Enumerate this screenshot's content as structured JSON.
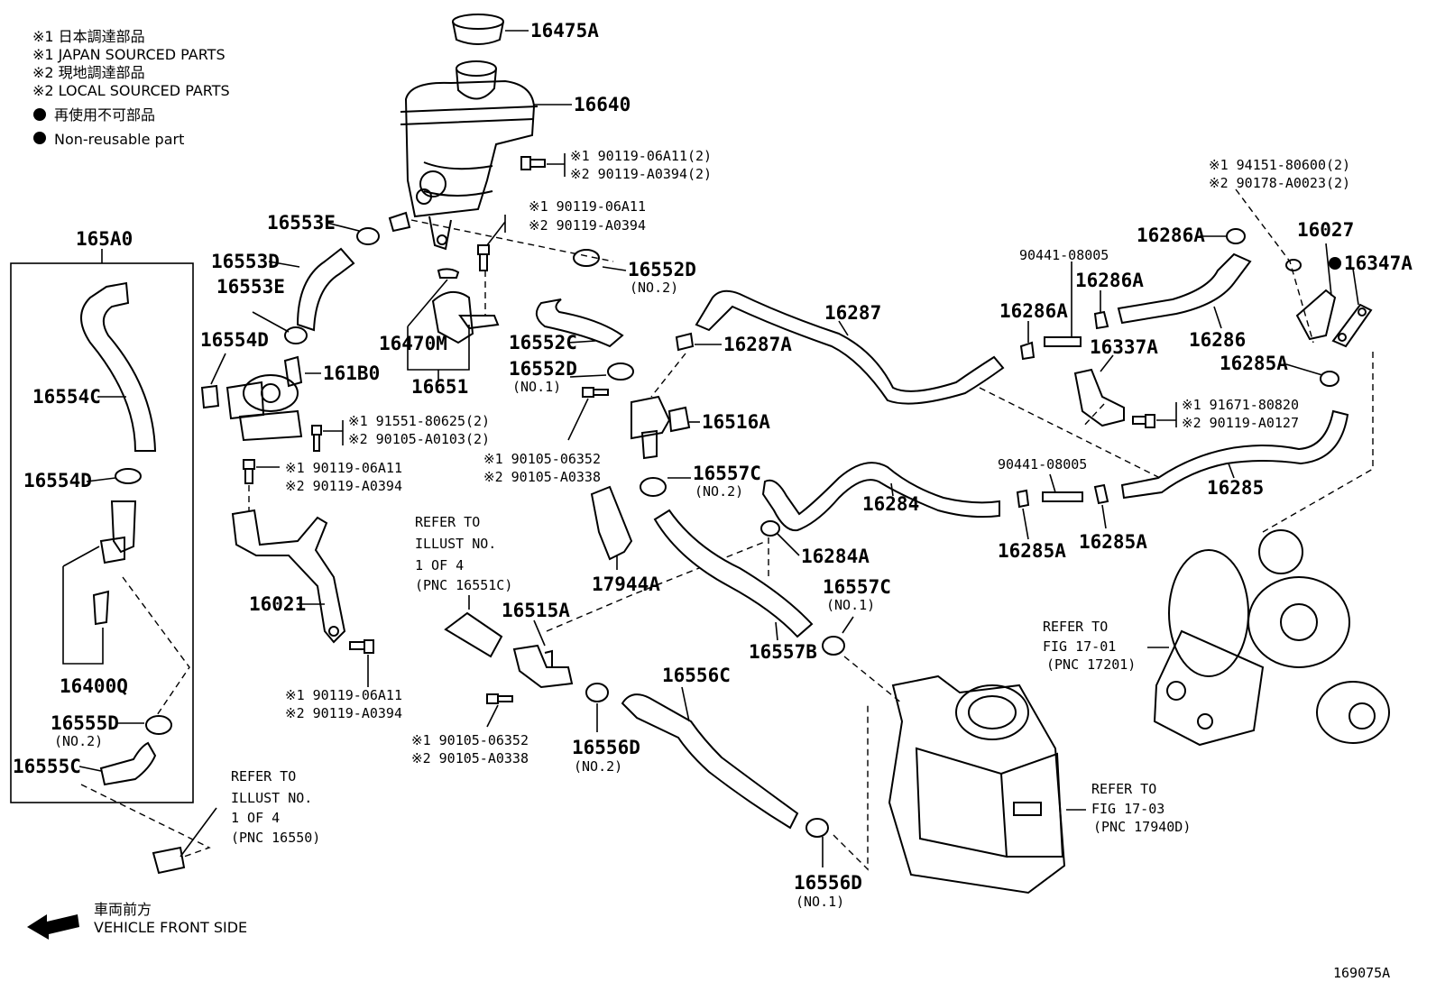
{
  "legend": {
    "line1": "※1  日本調達部品",
    "line2": "※1  JAPAN SOURCED PARTS",
    "line3": "※2  現地調達部品",
    "line4": "※2  LOCAL SOURCED PARTS",
    "line5": "再使用不可部品",
    "line6": "Non-reusable part"
  },
  "labels": {
    "p16475A": "16475A",
    "p16640": "16640",
    "bolt1_a": "※1  90119-06A11(2)",
    "bolt1_b": "※2  90119-A0394(2)",
    "bolt2_a": "※1  90119-06A11",
    "bolt2_b": "※2  90119-A0394",
    "p16553E_1": "16553E",
    "p16553D": "16553D",
    "p16553E_2": "16553E",
    "p165A0": "165A0",
    "p16554D_1": "16554D",
    "p161B0": "161B0",
    "p16554C": "16554C",
    "bolt3_a": "※1  91551-80625(2)",
    "bolt3_b": "※2  90105-A0103(2)",
    "p16470M": "16470M",
    "p16651": "16651",
    "p16552D_1": "16552D",
    "no2_a": "(NO.2)",
    "p16552C": "16552C",
    "p16552D_2": "16552D",
    "no1_a": "(NO.1)",
    "p16287": "16287",
    "p16287A": "16287A",
    "p90441_1": "90441-08005",
    "p16286A_1": "16286A",
    "p16286A_2": "16286A",
    "p16286A_3": "16286A",
    "p16286": "16286",
    "p16337A": "16337A",
    "bolt4_a": "※1  94151-80600(2)",
    "bolt4_b": "※2  90178-A0023(2)",
    "p16027": "16027",
    "p16347A": "16347A",
    "p16285A_1": "16285A",
    "bolt5_a": "※1  91671-80820",
    "bolt5_b": "※2  90119-A0127",
    "p16516A": "16516A",
    "bolt6_a": "※1  90105-06352",
    "bolt6_b": "※2  90105-A0338",
    "p16554D_2": "16554D",
    "bolt7_a": "※1  90119-06A11",
    "bolt7_b": "※2  90119-A0394",
    "p16557C_1": "16557C",
    "no2_b": "(NO.2)",
    "p16284": "16284",
    "p90441_2": "90441-08005",
    "p16285": "16285",
    "p16285A_2": "16285A",
    "p16285A_3": "16285A",
    "p16284A": "16284A",
    "refer1_a": "REFER TO",
    "refer1_b": "ILLUST NO.",
    "refer1_c": "1 OF 4",
    "refer1_d": "(PNC 16551C)",
    "p17944A": "17944A",
    "p16021": "16021",
    "p16515A": "16515A",
    "p16557C_2": "16557C",
    "no1_b": "(NO.1)",
    "p16557B": "16557B",
    "p16400Q": "16400Q",
    "bolt8_a": "※1  90119-06A11",
    "bolt8_b": "※2  90119-A0394",
    "p16556C": "16556C",
    "refer2_a": "REFER TO",
    "refer2_b": "FIG 17-01",
    "refer2_c": "(PNC 17201)",
    "p16555D": "16555D",
    "no2_c": "(NO.2)",
    "p16555C": "16555C",
    "bolt9_a": "※1  90105-06352",
    "bolt9_b": "※2  90105-A0338",
    "p16556D_1": "16556D",
    "no2_d": "(NO.2)",
    "refer3_a": "REFER TO",
    "refer3_b": "ILLUST NO.",
    "refer3_c": "1 OF 4",
    "refer3_d": "(PNC 16550)",
    "refer4_a": "REFER TO",
    "refer4_b": "FIG 17-03",
    "refer4_c": "(PNC 17940D)",
    "p16556D_2": "16556D",
    "no1_c": "(NO.1)",
    "front_jp": "車両前方",
    "front_en": "VEHICLE FRONT SIDE",
    "figure_id": "169075A"
  }
}
